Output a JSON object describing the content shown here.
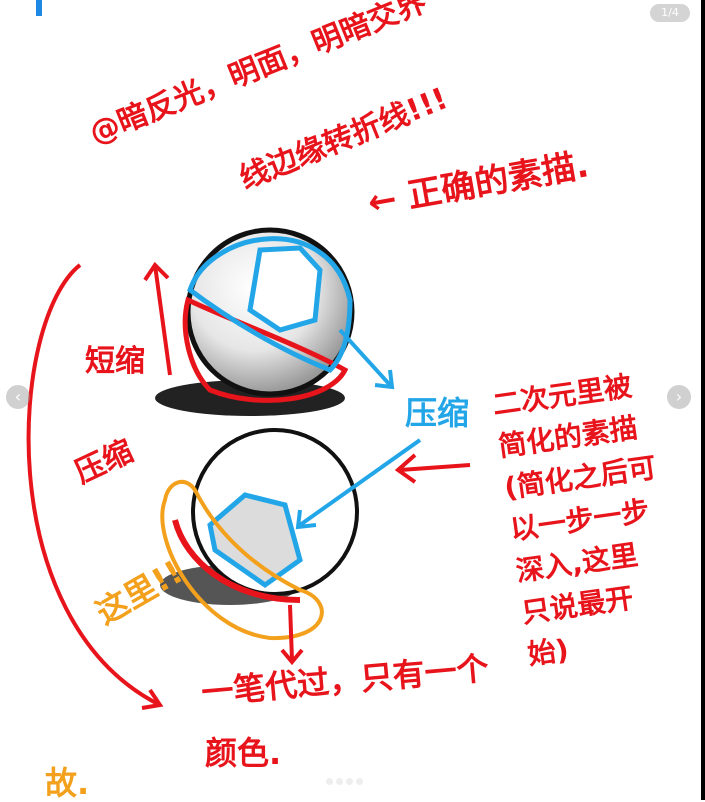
{
  "viewer": {
    "counter": "1/4",
    "prev_icon": "chevron-left-icon",
    "next_icon": "chevron-right-icon",
    "page_count": 4,
    "current_page": 1
  },
  "annotations": {
    "top_line1": "@暗反光，明面，明暗交界",
    "top_line2": "线边缘转折线!!!",
    "correct": "← 正确的素描.",
    "left_top": "短缩",
    "blue_compress": "压缩",
    "right_block": [
      "二次元里被",
      "简化的素描",
      "(简化之后可",
      "以一步一步",
      "深入,这里",
      "只说最开",
      "始)"
    ],
    "left_bottom": "压缩",
    "here": "这里!!",
    "bottom_line1": "一笔代过，只有一个",
    "bottom_line2": "颜色.",
    "corner": "故."
  },
  "colors": {
    "red": "#e8141b",
    "blue": "#23a6e8",
    "orange": "#f3a11d"
  }
}
